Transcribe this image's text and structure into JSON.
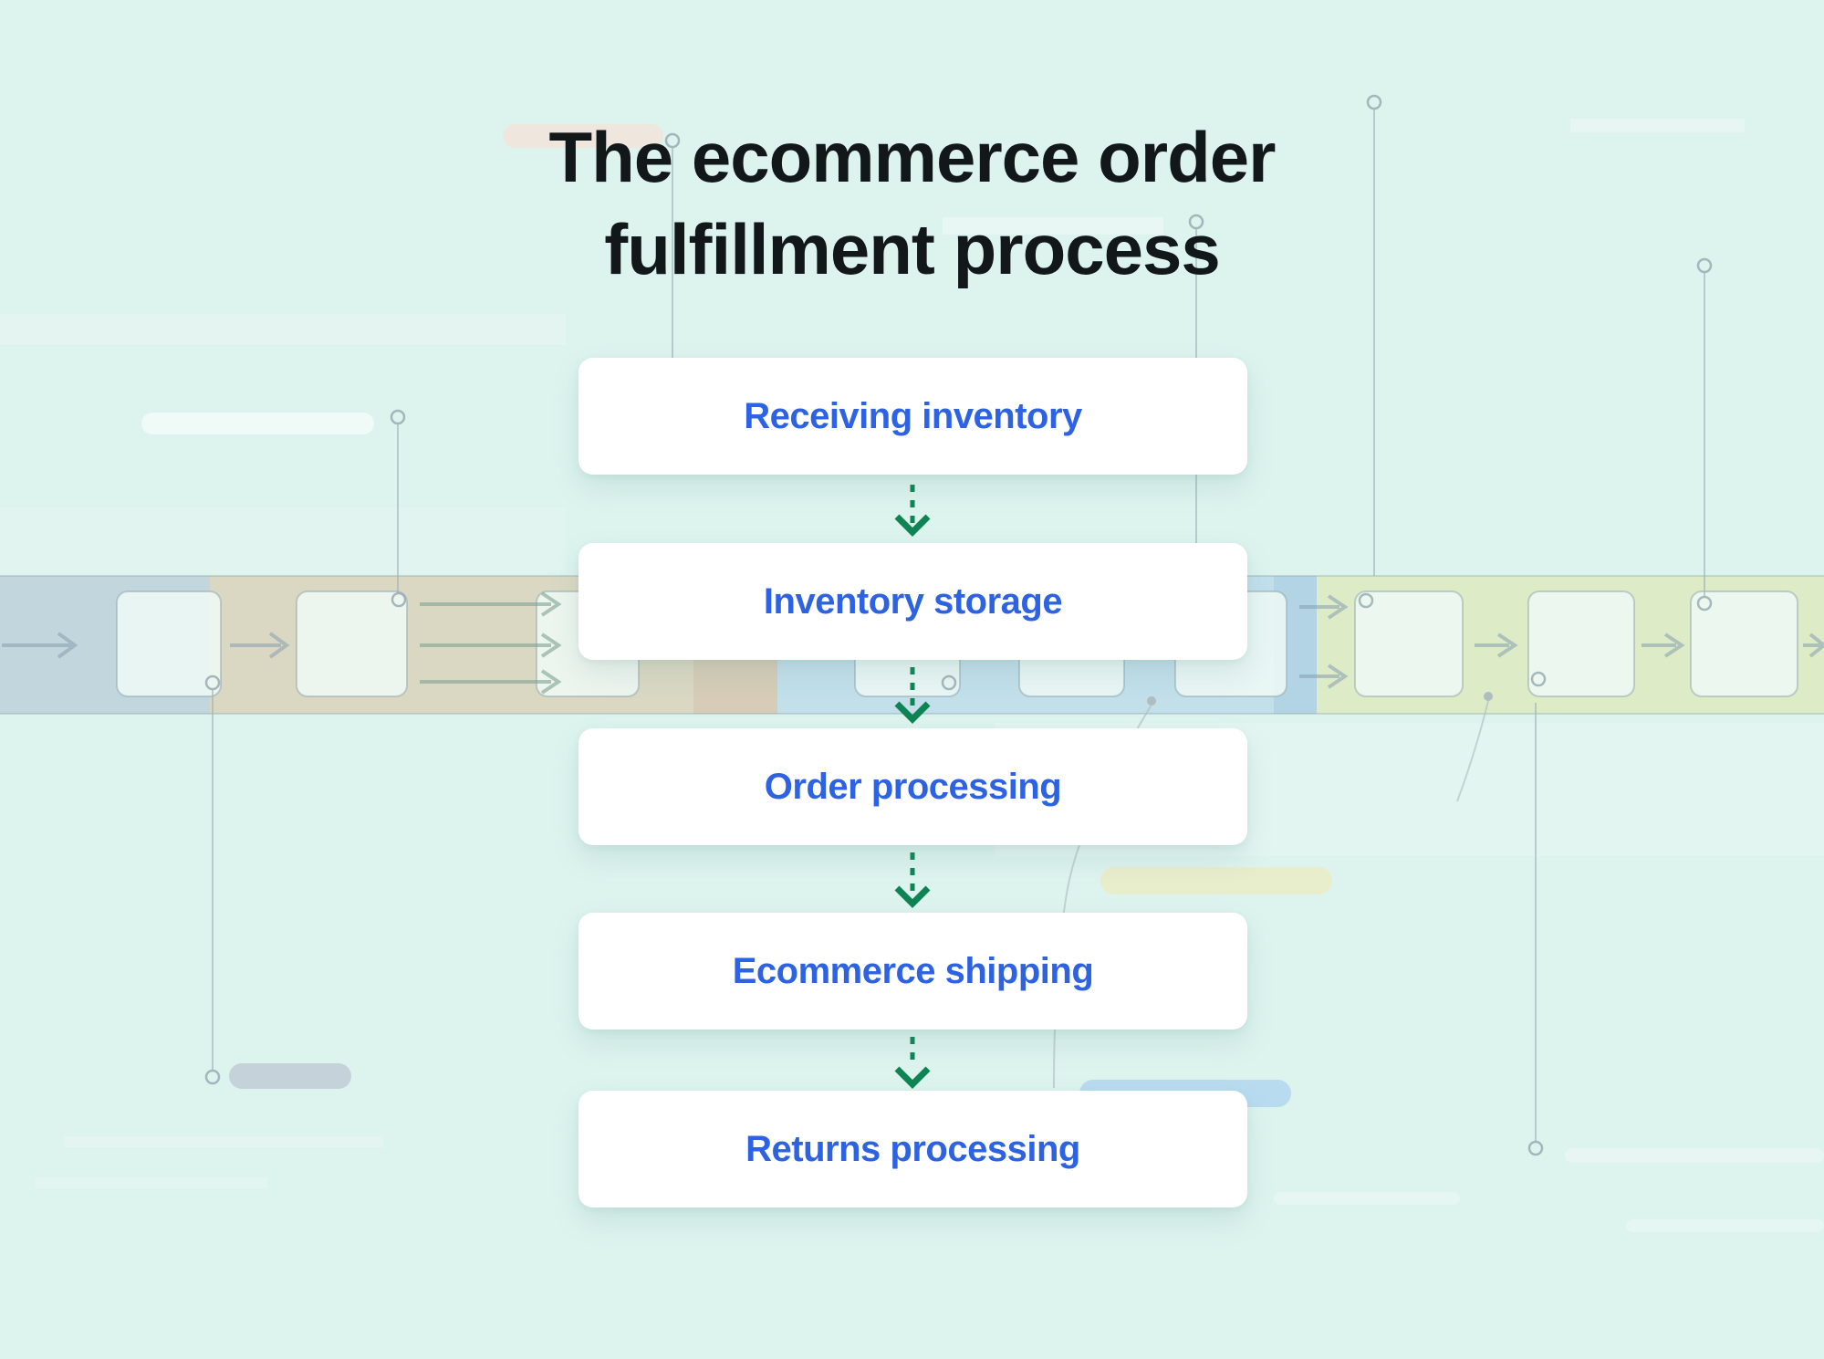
{
  "title": {
    "line1": "The ecommerce order",
    "line2": "fulfillment process"
  },
  "steps": [
    {
      "label": "Receiving inventory"
    },
    {
      "label": "Inventory storage"
    },
    {
      "label": "Order processing"
    },
    {
      "label": "Ecommerce shipping"
    },
    {
      "label": "Returns processing"
    }
  ],
  "colors": {
    "background": "#ddf3ee",
    "title_text": "#12171a",
    "step_text": "#2d63e2",
    "arrow_green": "#0e8455",
    "band_gray": "#a8bccb",
    "band_tan": "#d8b98f",
    "band_warm": "#cf9d74",
    "band_blue": "#a7cce6",
    "band_blue_dark": "#8fb9dc",
    "band_yellow": "#dde3a0"
  }
}
